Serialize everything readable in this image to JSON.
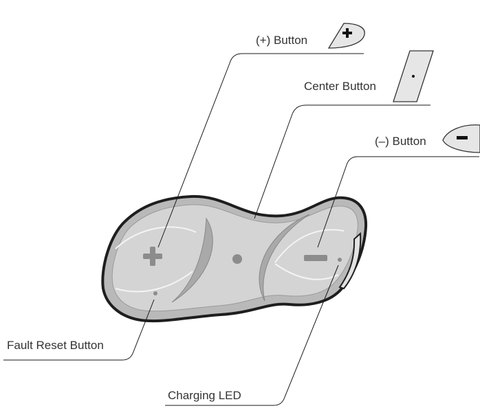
{
  "callouts": {
    "plus_button": "(+) Button",
    "center_button": "Center Button",
    "minus_button": "(–) Button",
    "fault_reset_button": "Fault Reset Button",
    "charging_led": "Charging LED"
  },
  "colors": {
    "body_fill": "#b9b9b9",
    "body_outline": "#1e1e1e",
    "panel_fill": "#d4d4d4",
    "key_fill": "#e6e6e6",
    "button_mark": "#8c8c8c"
  },
  "icons": {
    "plus_key": "plus-sign",
    "center_key": "dot",
    "minus_key": "minus-sign"
  }
}
